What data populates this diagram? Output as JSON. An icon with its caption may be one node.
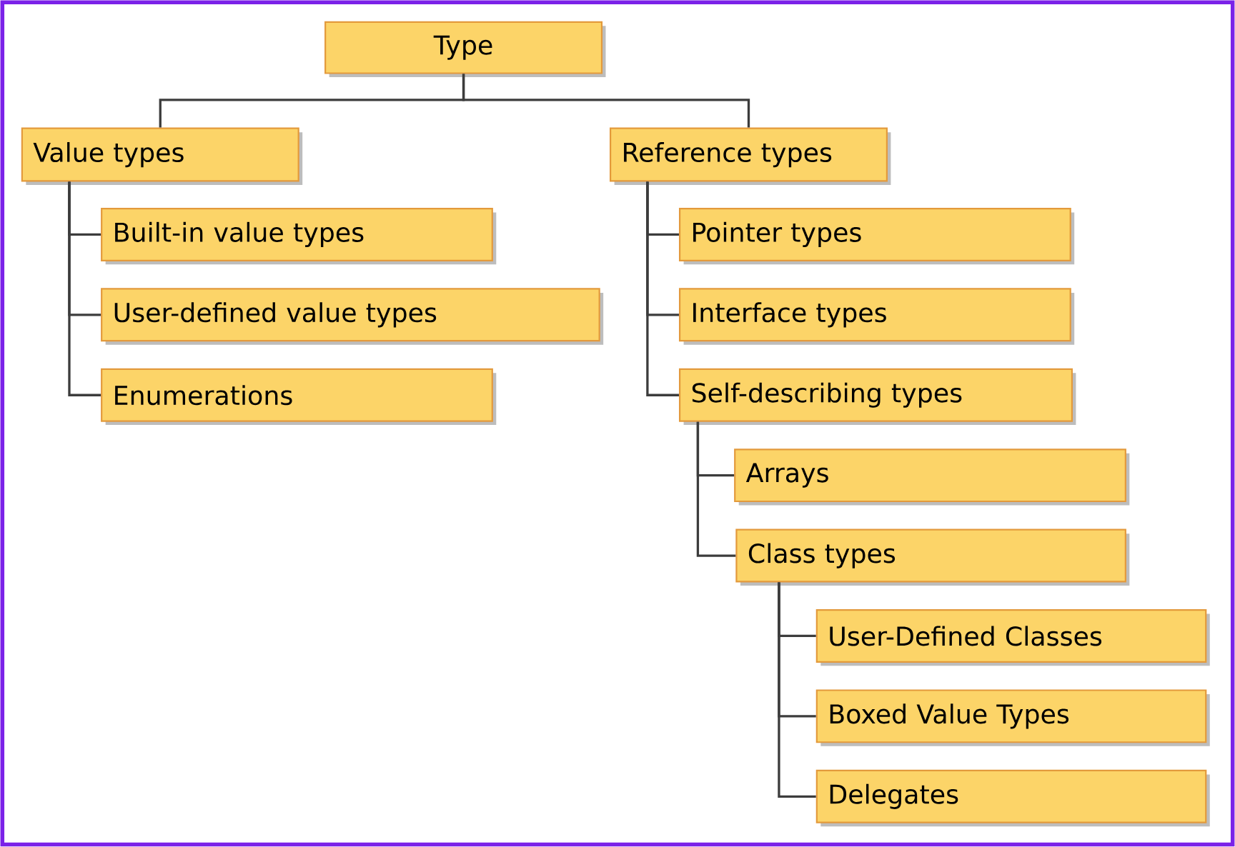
{
  "diagram": {
    "nodes": [
      {
        "text": [
          "Type"
        ]
      },
      {
        "text": [
          "Value types"
        ]
      },
      {
        "text": [
          "Built-in value types"
        ]
      },
      {
        "text": [
          "User-defined value types"
        ]
      },
      {
        "text": [
          "Enumerations"
        ]
      },
      {
        "text": [
          "Reference types"
        ]
      },
      {
        "text": [
          "Pointer types"
        ]
      },
      {
        "text": [
          "Interface types"
        ]
      },
      {
        "text": [
          "Self-describing types"
        ]
      },
      {
        "text": [
          "Arrays"
        ]
      },
      {
        "text": [
          "Class types"
        ]
      },
      {
        "text": [
          "User-Defined Classes"
        ]
      },
      {
        "text": [
          "Boxed Value Types"
        ]
      },
      {
        "text": [
          "Delegates"
        ]
      }
    ],
    "edges": [
      {
        "from": 0,
        "to": 1,
        "arrow": "none"
      },
      {
        "from": 0,
        "to": 5,
        "arrow": "none"
      },
      {
        "from": 1,
        "to": 2,
        "arrow": "none"
      },
      {
        "from": 1,
        "to": 3,
        "arrow": "none"
      },
      {
        "from": 1,
        "to": 4,
        "arrow": "none"
      },
      {
        "from": 5,
        "to": 6,
        "arrow": "none"
      },
      {
        "from": 5,
        "to": 7,
        "arrow": "none"
      },
      {
        "from": 5,
        "to": 8,
        "arrow": "none"
      },
      {
        "from": 8,
        "to": 9,
        "arrow": "none"
      },
      {
        "from": 8,
        "to": 10,
        "arrow": "none"
      },
      {
        "from": 10,
        "to": 11,
        "arrow": "none"
      },
      {
        "from": 10,
        "to": 12,
        "arrow": "none"
      },
      {
        "from": 10,
        "to": 13,
        "arrow": "none"
      }
    ]
  }
}
